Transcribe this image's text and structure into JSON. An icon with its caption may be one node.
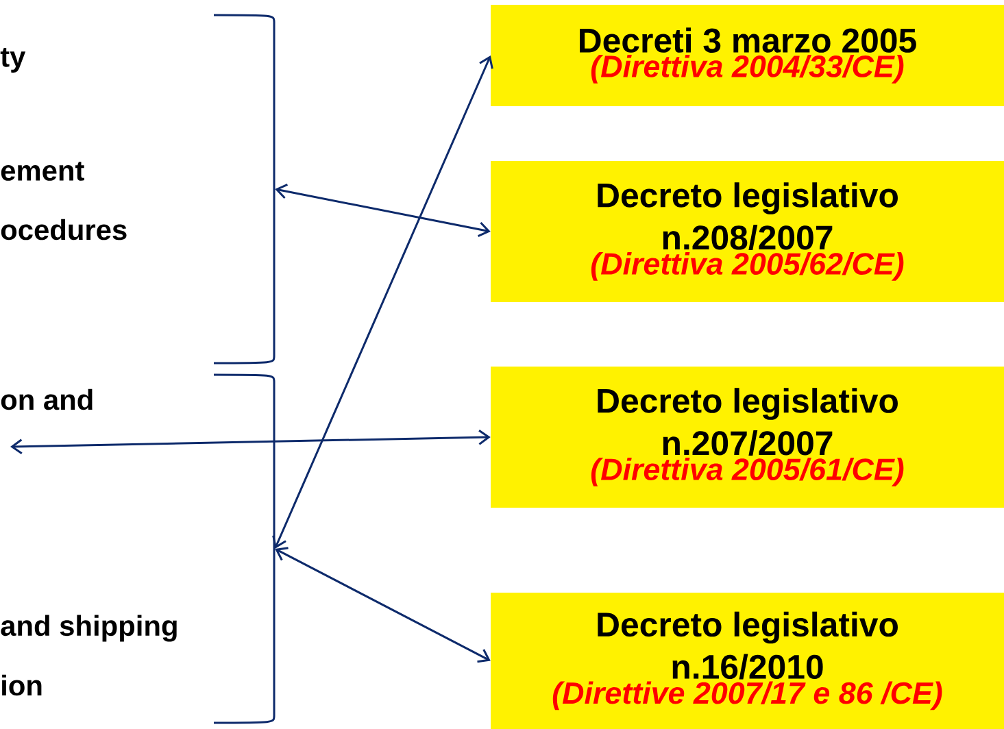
{
  "diagram": {
    "nodes": [
      {
        "text": [],
        "shape": "brace"
      },
      {
        "text": [],
        "shape": "brace"
      },
      {
        "text": [
          "Decreti 3 marzo 2005",
          "(Direttiva 2004/33/CE)"
        ]
      },
      {
        "text": [
          "Decreto legislativo n.208/2007",
          "(Direttiva 2005/62/CE)"
        ]
      },
      {
        "text": [
          "Decreto legislativo n.207/2007",
          "(Direttiva 2005/61/CE)"
        ]
      },
      {
        "text": [
          "Decreto legislativo n.16/2010",
          "(Direttive 2007/17 e 86 /CE)"
        ]
      }
    ],
    "edges": [
      {
        "from": 0,
        "to": 3,
        "arrow": "both"
      },
      {
        "from": 1,
        "to": 2,
        "arrow": "both"
      },
      {
        "from": null,
        "to": 4,
        "arrow": "both"
      },
      {
        "from": 1,
        "to": 5,
        "arrow": "both"
      }
    ],
    "labels": [
      "ty",
      "ement",
      "ocedures",
      "on and",
      "and shipping",
      "ion"
    ]
  }
}
